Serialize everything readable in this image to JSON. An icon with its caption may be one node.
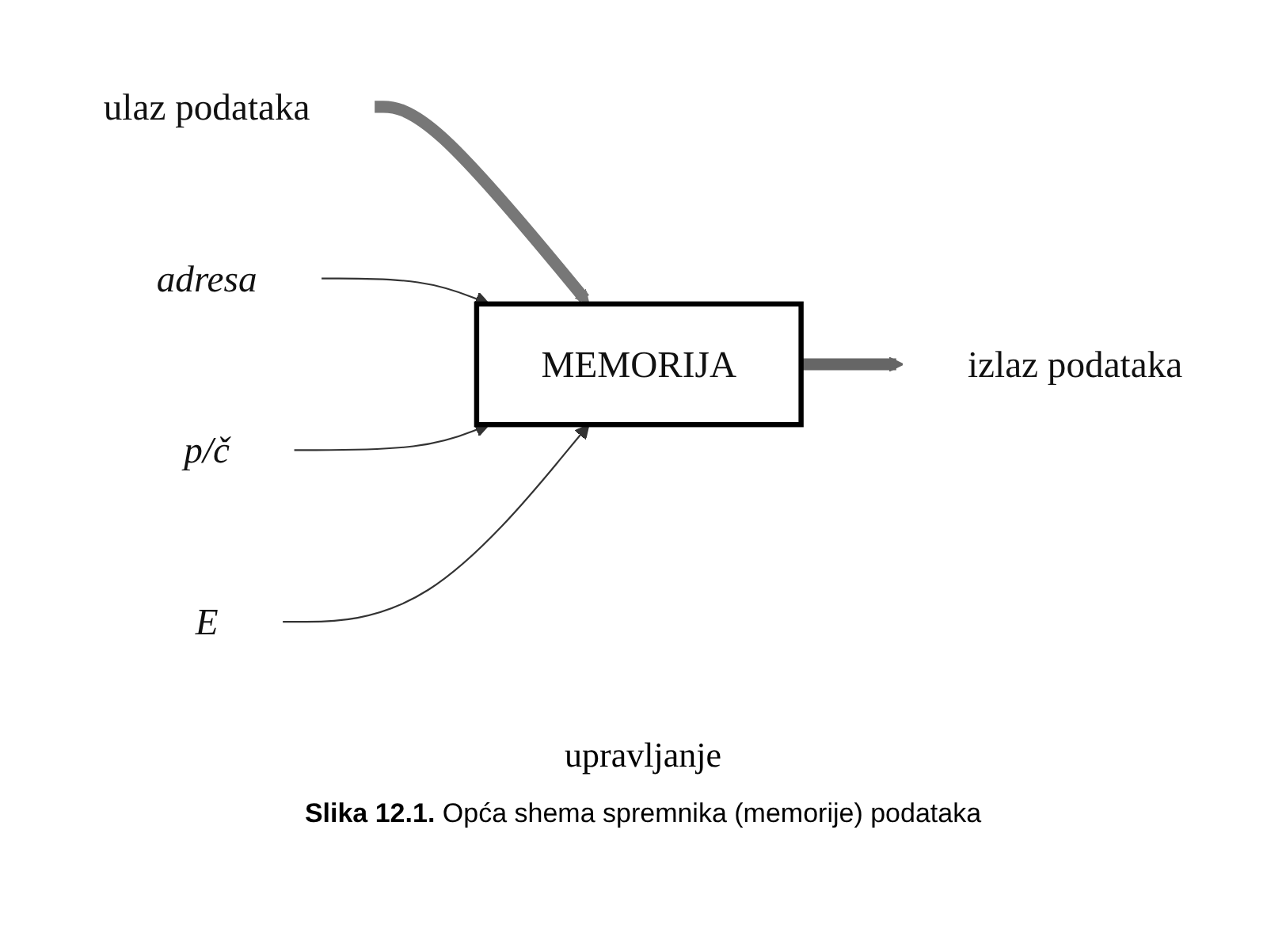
{
  "diagram": {
    "nodes": [
      {
        "text": [
          "ulaz podataka"
        ]
      },
      {
        "text": [
          "MEMORIJA"
        ]
      },
      {
        "text": [
          "izlaz podataka"
        ]
      },
      {
        "text": [
          "adresa"
        ]
      },
      {
        "text": [
          "p/č"
        ]
      },
      {
        "text": [
          "E"
        ]
      }
    ],
    "edges": [
      {
        "from": 0,
        "to": 1,
        "arrow": "to",
        "style": "thick",
        "color": "#777777"
      },
      {
        "from": 1,
        "to": 2,
        "arrow": "to",
        "style": "thick",
        "color": "#666666"
      },
      {
        "from": 3,
        "to": 1,
        "arrow": "to"
      },
      {
        "from": 4,
        "to": 1,
        "arrow": "to"
      },
      {
        "from": 5,
        "to": 1,
        "arrow": "to"
      }
    ],
    "labels": [
      "upravljanje"
    ],
    "caption": "**Slika 12.1.** Opća shema spremnika (memorije) podataka"
  }
}
